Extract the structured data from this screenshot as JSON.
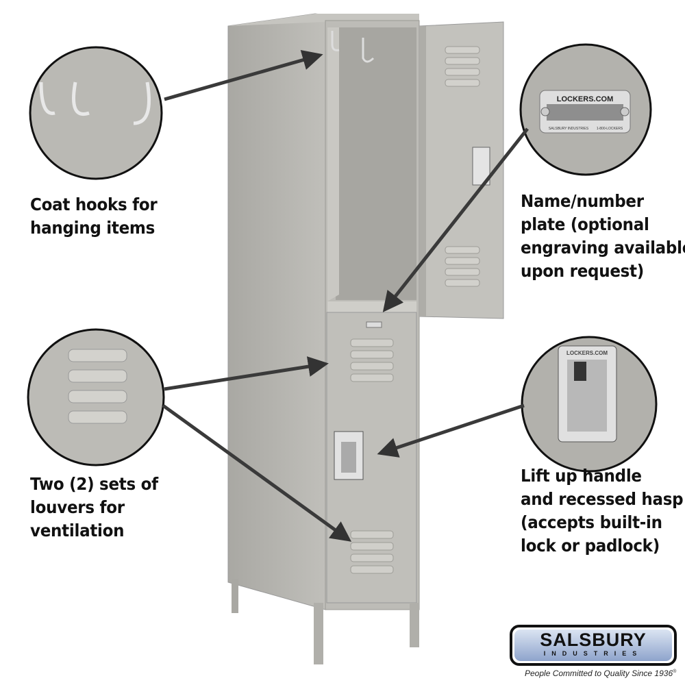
{
  "callouts": {
    "coat_hooks": {
      "lines": [
        "Coat hooks for",
        "hanging items"
      ]
    },
    "name_plate": {
      "lines": [
        "Name/number",
        "plate (optional",
        "engraving available",
        "upon request)"
      ],
      "plate_title": "LOCKERS.COM",
      "plate_footer_left": "SALSBURY INDUSTRIES",
      "plate_footer_right": "1-800-LOCKERS"
    },
    "louvers": {
      "lines": [
        "Two (2) sets of",
        "louvers for",
        "ventilation"
      ]
    },
    "handle": {
      "lines": [
        "Lift up handle",
        "and recessed hasp",
        "(accepts built-in",
        "lock or padlock)"
      ],
      "handle_text": "LOCKERS.COM"
    }
  },
  "logo": {
    "name": "SALSBURY",
    "subtitle": "INDUSTRIES",
    "tagline": "People Committed to Quality Since 1936",
    "registered": "®"
  },
  "colors": {
    "locker_gray": "#b4b3ae",
    "arrow": "#3a3a3a",
    "logo_blue": "#9fb2d6"
  }
}
